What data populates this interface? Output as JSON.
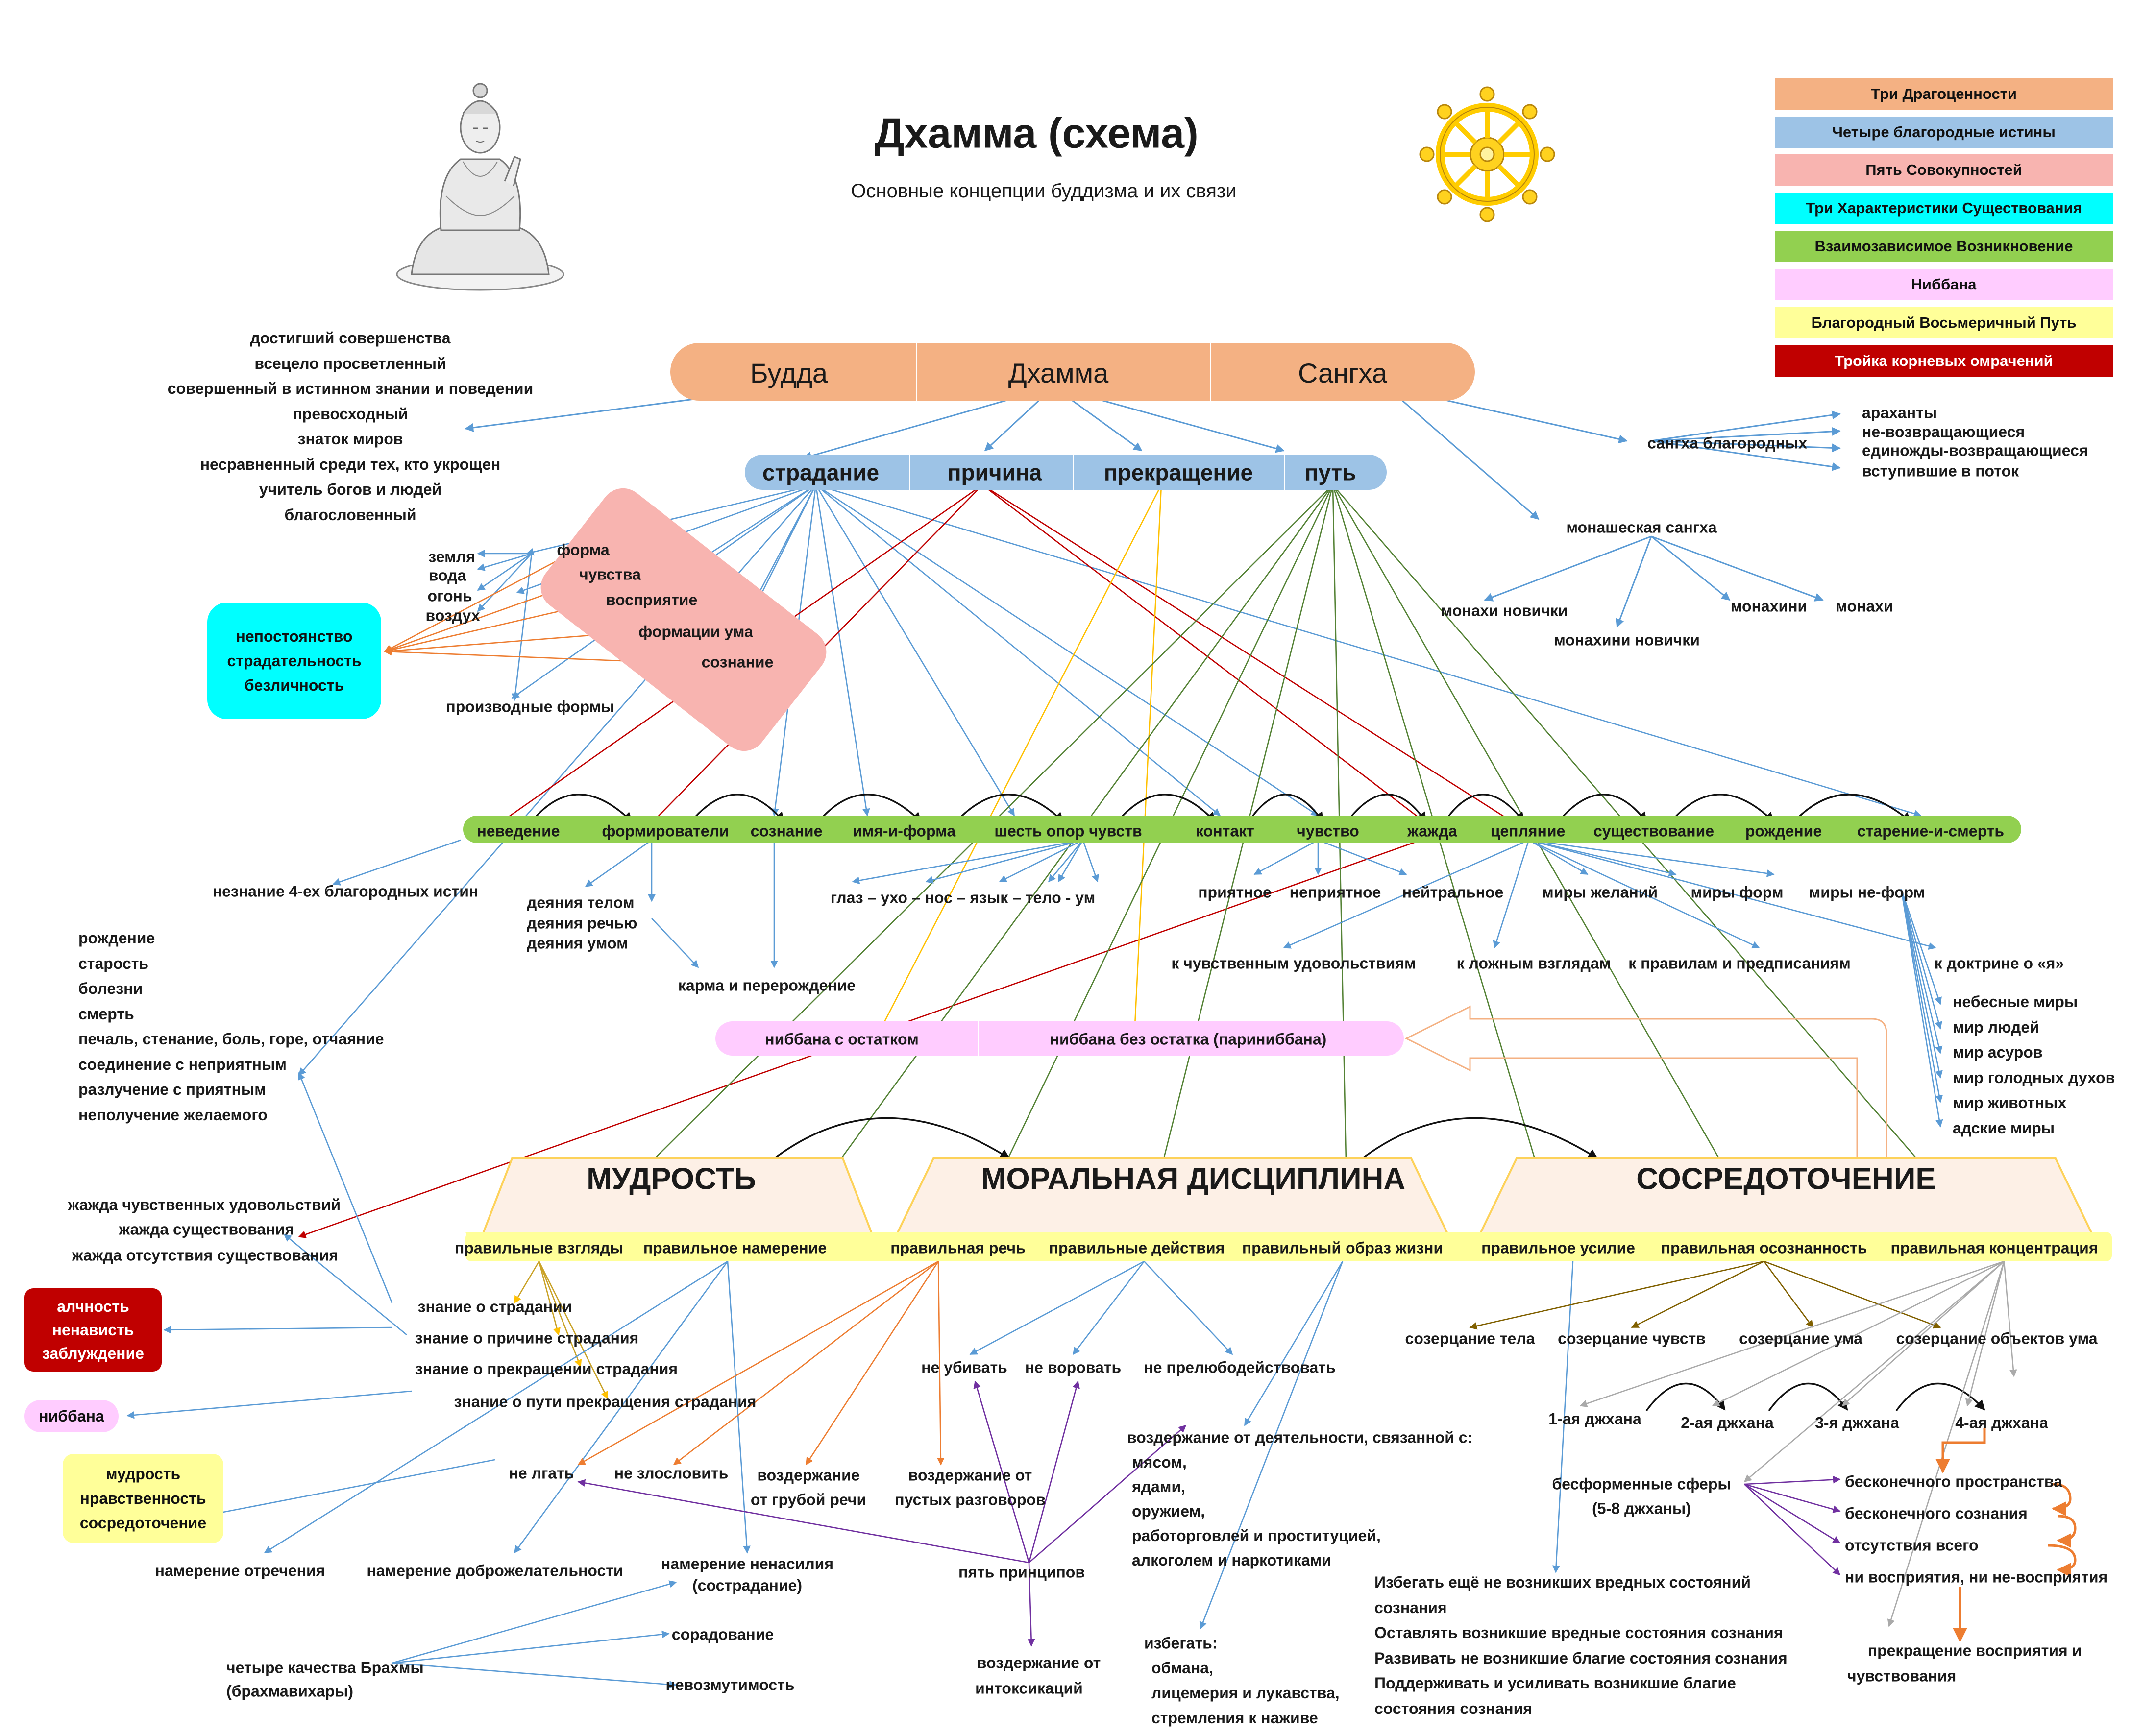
{
  "title": "Дхамма (схема)",
  "subtitle": "Основные концепции буддизма и их связи",
  "legend": [
    {
      "label": "Три Драгоценности",
      "color": "#f4b183",
      "text": "#111"
    },
    {
      "label": "Четыре благородные истины",
      "color": "#9dc3e6",
      "text": "#111"
    },
    {
      "label": "Пять Совокупностей",
      "color": "#f8b4b0",
      "text": "#111"
    },
    {
      "label": "Три Характеристики Существования",
      "color": "#00ffff",
      "text": "#111"
    },
    {
      "label": "Взаимозависимое Возникновение",
      "color": "#92d050",
      "text": "#111"
    },
    {
      "label": "Ниббана",
      "color": "#ffccff",
      "text": "#111"
    },
    {
      "label": "Благородный Восьмеричный Путь",
      "color": "#ffff99",
      "text": "#111"
    },
    {
      "label": "Тройка корневых омрачений",
      "color": "#c00000",
      "text": "#ffffff"
    }
  ],
  "jewels": {
    "buddha": "Будда",
    "dhamma": "Дхамма",
    "sangha": "Сангха"
  },
  "buddha_epithets": [
    "достигший совершенства",
    "всецело просветленный",
    "совершенный в истинном знании и поведении",
    "превосходный",
    "знаток миров",
    "несравненный среди тех, кто укрощен",
    "учитель богов и людей",
    "благословенный"
  ],
  "sangha": {
    "noble": "сангха благородных",
    "noble_list": [
      "араханты",
      "не-возвращающиеся",
      "единожды-возвращающиеся",
      "вступившие в поток"
    ],
    "monastic": "монашеская сангха",
    "novice_monks": "монахи новички",
    "novice_nuns": "монахини новички",
    "nuns": "монахини",
    "monks": "монахи"
  },
  "truths": [
    "страдание",
    "причина",
    "прекращение",
    "путь"
  ],
  "aggregates": {
    "form": "форма",
    "feeling": "чувства",
    "perception": "восприятие",
    "formations": "формации ума",
    "consciousness": "сознание"
  },
  "elements": [
    "земля",
    "вода",
    "огонь",
    "воздух"
  ],
  "derived_forms": "производные формы",
  "three_marks": [
    "непостоянство",
    "страдательность",
    "безличность"
  ],
  "links": [
    "неведение",
    "формирователи",
    "сознание",
    "имя-и-форма",
    "шесть опор чувств",
    "контакт",
    "чувство",
    "жажда",
    "цепляние",
    "существование",
    "рождение",
    "старение-и-смерть"
  ],
  "ignorance_note": "незнание 4-ех благородных истин",
  "deeds": [
    "деяния телом",
    "деяния речью",
    "деяния умом"
  ],
  "karma": "карма и перерождение",
  "senses": "глаз – ухо – нос – язык – тело - ум",
  "feelings": {
    "pleasant": "приятное",
    "unpleasant": "неприятное",
    "neutral": "нейтральное"
  },
  "worlds": {
    "desire": "миры желаний",
    "form": "миры форм",
    "formless": "миры не-форм"
  },
  "clinging": [
    "к чувственным удовольствиям",
    "к ложным взглядам",
    "к правилам и предписаниям",
    "к доктрине о «я»"
  ],
  "realms": [
    "небесные миры",
    "мир людей",
    "мир асуров",
    "мир голодных духов",
    "мир животных",
    "адские миры"
  ],
  "suffering_list": [
    "рождение",
    "старость",
    "болезни",
    "смерть",
    "печаль, стенание, боль, горе, отчаяние",
    "соединение с неприятным",
    "разлучение с приятным",
    "неполучение желаемого"
  ],
  "nibbana": {
    "with_rest": "ниббана с остатком",
    "without_rest": "ниббана без остатка (париниббана)",
    "short": "ниббана"
  },
  "cravings": [
    "жажда чувственных удовольствий",
    "жажда существования",
    "жажда отсутствия существования"
  ],
  "poisons": [
    "алчность",
    "ненависть",
    "заблуждение"
  ],
  "groups": {
    "wisdom": "МУДРОСТЬ",
    "morality": "МОРАЛЬНАЯ ДИСЦИПЛИНА",
    "concentration": "СОСРЕДОТОЧЕНИЕ"
  },
  "path": [
    "правильные взгляды",
    "правильное намерение",
    "правильная речь",
    "правильные действия",
    "правильный образ жизни",
    "правильное усилие",
    "правильная осознанность",
    "правильная концентрация"
  ],
  "knowledge": [
    "знание о страдании",
    "знание о причине страдания",
    "знание о прекращении страдания",
    "знание о пути прекращения страдания"
  ],
  "triad": [
    "мудрость",
    "нравственность",
    "сосредоточение"
  ],
  "intentions": {
    "renunciation": "намерение отречения",
    "goodwill": "намерение доброжелательности",
    "harmlessness": "намерение ненасилия",
    "compassion": "(сострадание)"
  },
  "brahmaviharas": {
    "title": "четыре качества Брахмы",
    "subtitle": "(брахмавихары)",
    "joy": "сорадование",
    "equanimity": "невозмутимость"
  },
  "speech": {
    "no_lie": "не лгать",
    "no_slander": "не злословить",
    "harsh1": "воздержание",
    "harsh2": "от грубой речи",
    "idle1": "воздержание от",
    "idle2": "пустых разговоров"
  },
  "actions": {
    "no_kill": "не убивать",
    "no_steal": "не воровать",
    "no_adultery": "не прелюбодействовать"
  },
  "precepts": "пять принципов",
  "intox": [
    "воздержание от",
    "интоксикаций"
  ],
  "livelihood": {
    "title": "воздержание от деятельности, связанной с:",
    "items": [
      "мясом,",
      "ядами,",
      "оружием,",
      "работорговлей и проституцией,",
      "алкоголем и наркотиками"
    ]
  },
  "avoid": {
    "title": "избегать:",
    "items": [
      "обмана,",
      "лицемерия и лукавства,",
      "стремления к наживе"
    ]
  },
  "effort": [
    "Избегать ещё не возникших вредных состояний",
    "сознания",
    "Оставлять возникшие вредные состояния сознания",
    "Развивать не возникшие благие состояния сознания",
    "Поддерживать и усиливать возникшие благие",
    "состояния сознания"
  ],
  "contemplation": [
    "созерцание тела",
    "созерцание чувств",
    "созерцание ума",
    "созерцание объектов ума"
  ],
  "jhanas": [
    "1-ая джхана",
    "2-ая джхана",
    "3-я джхана",
    "4-ая джхана"
  ],
  "formless": {
    "title": "бесформенные сферы",
    "subtitle": "(5-8 джханы)",
    "items": [
      "бесконечного пространства",
      "бесконечного сознания",
      "отсутствия всего",
      "ни восприятия, ни не-восприятия"
    ],
    "cessation1": "прекращение восприятия и",
    "cessation2": "чувствования"
  }
}
